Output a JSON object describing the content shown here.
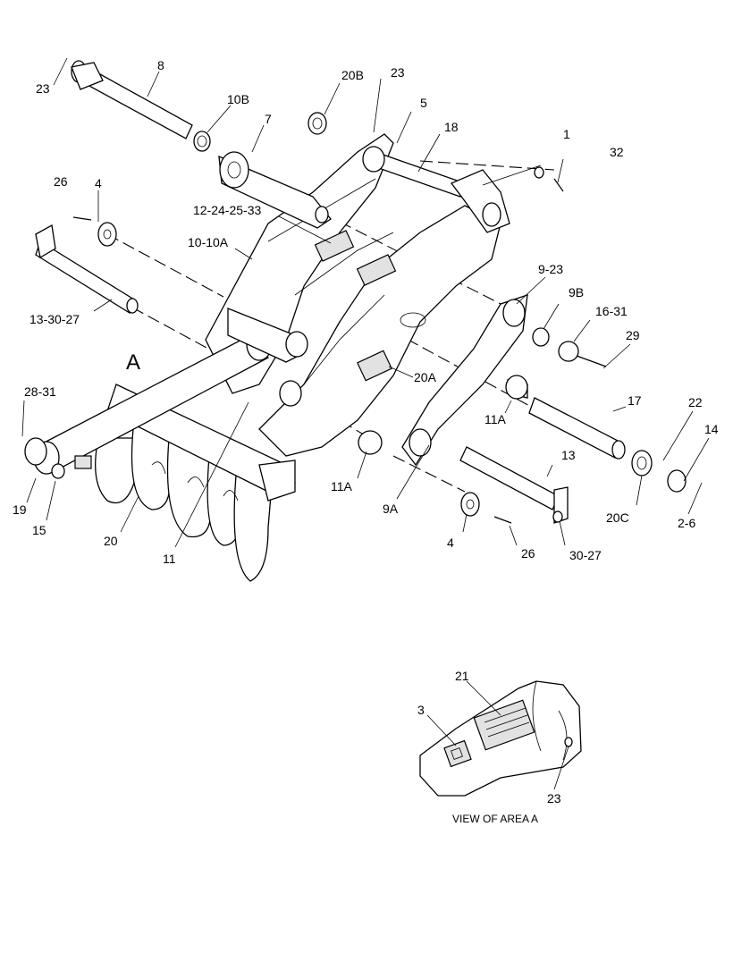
{
  "diagram": {
    "callouts": [
      {
        "id": "c-23-top-left",
        "label": "23"
      },
      {
        "id": "c-8",
        "label": "8"
      },
      {
        "id": "c-10b",
        "label": "10B"
      },
      {
        "id": "c-7",
        "label": "7"
      },
      {
        "id": "c-20b",
        "label": "20B"
      },
      {
        "id": "c-23-top",
        "label": "23"
      },
      {
        "id": "c-5",
        "label": "5"
      },
      {
        "id": "c-18",
        "label": "18"
      },
      {
        "id": "c-1",
        "label": "1"
      },
      {
        "id": "c-32",
        "label": "32"
      },
      {
        "id": "c-26-left",
        "label": "26"
      },
      {
        "id": "c-4-left",
        "label": "4"
      },
      {
        "id": "c-12-24-25-33",
        "label": "12-24-25-33"
      },
      {
        "id": "c-10-10a",
        "label": "10-10A"
      },
      {
        "id": "c-13-30-27",
        "label": "13-30-27"
      },
      {
        "id": "c-area-a",
        "label": "A"
      },
      {
        "id": "c-9-23",
        "label": "9-23"
      },
      {
        "id": "c-9b",
        "label": "9B"
      },
      {
        "id": "c-16-31",
        "label": "16-31"
      },
      {
        "id": "c-29",
        "label": "29"
      },
      {
        "id": "c-20a",
        "label": "20A"
      },
      {
        "id": "c-28-31",
        "label": "28-31"
      },
      {
        "id": "c-11a-right",
        "label": "11A"
      },
      {
        "id": "c-17",
        "label": "17"
      },
      {
        "id": "c-22",
        "label": "22"
      },
      {
        "id": "c-14",
        "label": "14"
      },
      {
        "id": "c-13",
        "label": "13"
      },
      {
        "id": "c-11a-left",
        "label": "11A"
      },
      {
        "id": "c-9a",
        "label": "9A"
      },
      {
        "id": "c-20c",
        "label": "20C"
      },
      {
        "id": "c-2-6",
        "label": "2-6"
      },
      {
        "id": "c-19",
        "label": "19"
      },
      {
        "id": "c-15",
        "label": "15"
      },
      {
        "id": "c-20",
        "label": "20"
      },
      {
        "id": "c-11",
        "label": "11"
      },
      {
        "id": "c-4-bottom",
        "label": "4"
      },
      {
        "id": "c-26-bottom",
        "label": "26"
      },
      {
        "id": "c-30-27",
        "label": "30-27"
      }
    ],
    "inset": {
      "caption": "VIEW OF AREA A",
      "callouts": [
        {
          "id": "i-21",
          "label": "21"
        },
        {
          "id": "i-3",
          "label": "3"
        },
        {
          "id": "i-23",
          "label": "23"
        }
      ]
    }
  }
}
